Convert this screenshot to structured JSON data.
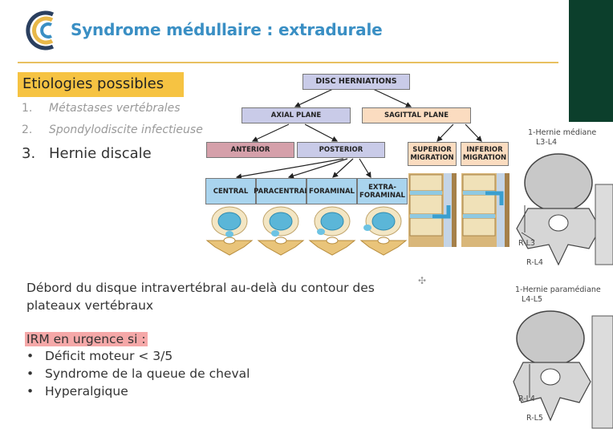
{
  "slide": {
    "title": "Syndrome médullaire : extradurale",
    "heading": "Etiologies possibles",
    "list": [
      {
        "num": "1.",
        "text": "Métastases vertébrales"
      },
      {
        "num": "2.",
        "text": "Spondylodiscite infectieuse"
      },
      {
        "num": "3.",
        "text": "Hernie discale"
      }
    ],
    "description": "Débord du disque intravertébral au-delà du contour des plateaux vertébraux",
    "urgent_heading": "IRM en urgence si :",
    "bullets": [
      "Déficit moteur < 3/5",
      "Syndrome de la queue de cheval",
      "Hyperalgique"
    ]
  },
  "diagram": {
    "root": "DISC HERNIATIONS",
    "axial": "AXIAL PLANE",
    "sagittal": "SAGITTAL PLANE",
    "anterior": "ANTERIOR",
    "posterior": "POSTERIOR",
    "superior": "SUPERIOR MIGRATION",
    "inferior": "INFERIOR MIGRATION",
    "central": "CENTRAL",
    "paracentral": "PARACENTRAL",
    "foraminal": "FORAMINAL",
    "extraforaminal": "EXTRA-FORAMINAL"
  },
  "anatomy": {
    "label1_line1": "1-Hernie médiane",
    "label1_line2": "L3-L4",
    "label1_root1": "R-L3",
    "label1_root2": "R-L4",
    "label2_line1": "1-Hernie paramédiane",
    "label2_line2": "L4-L5",
    "label2_root1": "R-L4",
    "label2_root2": "R-L5"
  },
  "colors": {
    "title_blue": "#3a8fc4",
    "highlight_yellow": "#f6c342",
    "highlight_red": "#f5a8a8",
    "box_purple": "#c9cbe8",
    "box_pink": "#d5a0aa",
    "box_peach": "#fbdcc0",
    "box_blue": "#a9d4ee"
  }
}
